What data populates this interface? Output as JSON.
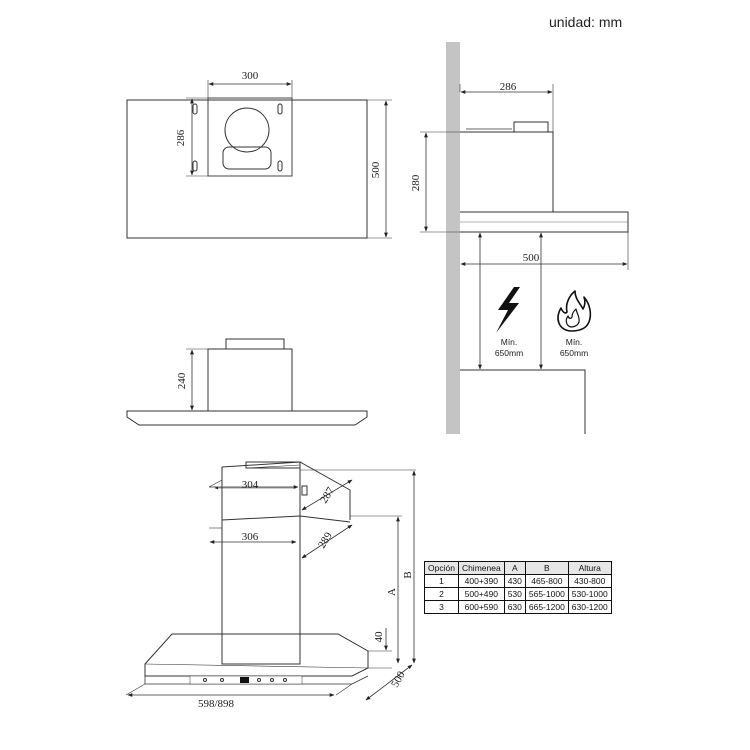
{
  "header": {
    "unit_label": "unidad: mm"
  },
  "views": {
    "top": {
      "width_label": "300",
      "depth_label": "286",
      "height_label": "500"
    },
    "front_small": {
      "height_label": "240"
    },
    "side": {
      "depth_label": "286",
      "height_label": "280",
      "width_label": "500",
      "electric_label_1": "Mín.",
      "electric_label_2": "650mm",
      "gas_label_1": "Mín.",
      "gas_label_2": "650mm"
    },
    "iso": {
      "top_w_label": "304",
      "top_d_label": "287",
      "bot_w_label": "306",
      "bot_d_label": "289",
      "a_label": "A",
      "b_label": "B",
      "h40_label": "40",
      "depth_label": "500",
      "width_label": "598/898"
    }
  },
  "icons": {
    "electric": "lightning-bolt-icon",
    "gas": "gas-flame-icon"
  },
  "table": {
    "headers": [
      "Opción",
      "Chimenea",
      "A",
      "B",
      "Altura"
    ],
    "rows": [
      [
        "1",
        "400+390",
        "430",
        "465-800",
        "430-800"
      ],
      [
        "2",
        "500+490",
        "530",
        "565-1000",
        "530-1000"
      ],
      [
        "3",
        "600+590",
        "630",
        "665-1200",
        "630-1200"
      ]
    ]
  }
}
